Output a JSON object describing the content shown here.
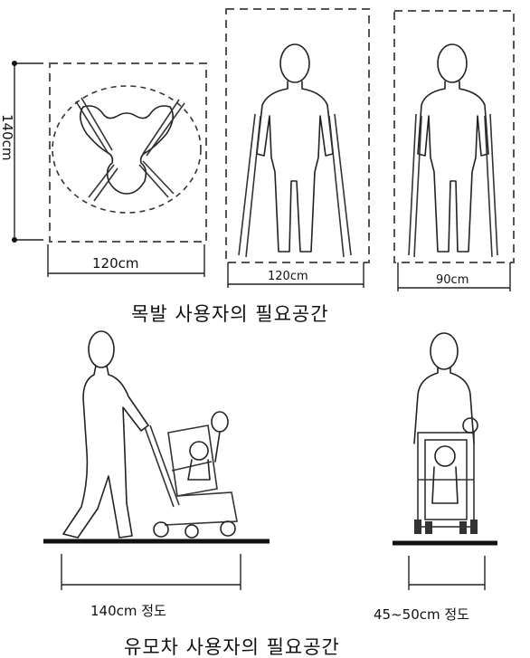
{
  "crutch_section": {
    "top_view_height_label": "140cm",
    "top_view_width_label": "120cm",
    "front_view_two_crutches_width_label": "120cm",
    "front_view_narrow_width_label": "90cm",
    "caption": "목발 사용자의 필요공간"
  },
  "stroller_section": {
    "side_view_length_label": "140cm 정도",
    "front_view_width_label": "45~50cm 정도",
    "caption": "유모차 사용자의 필요공간"
  }
}
